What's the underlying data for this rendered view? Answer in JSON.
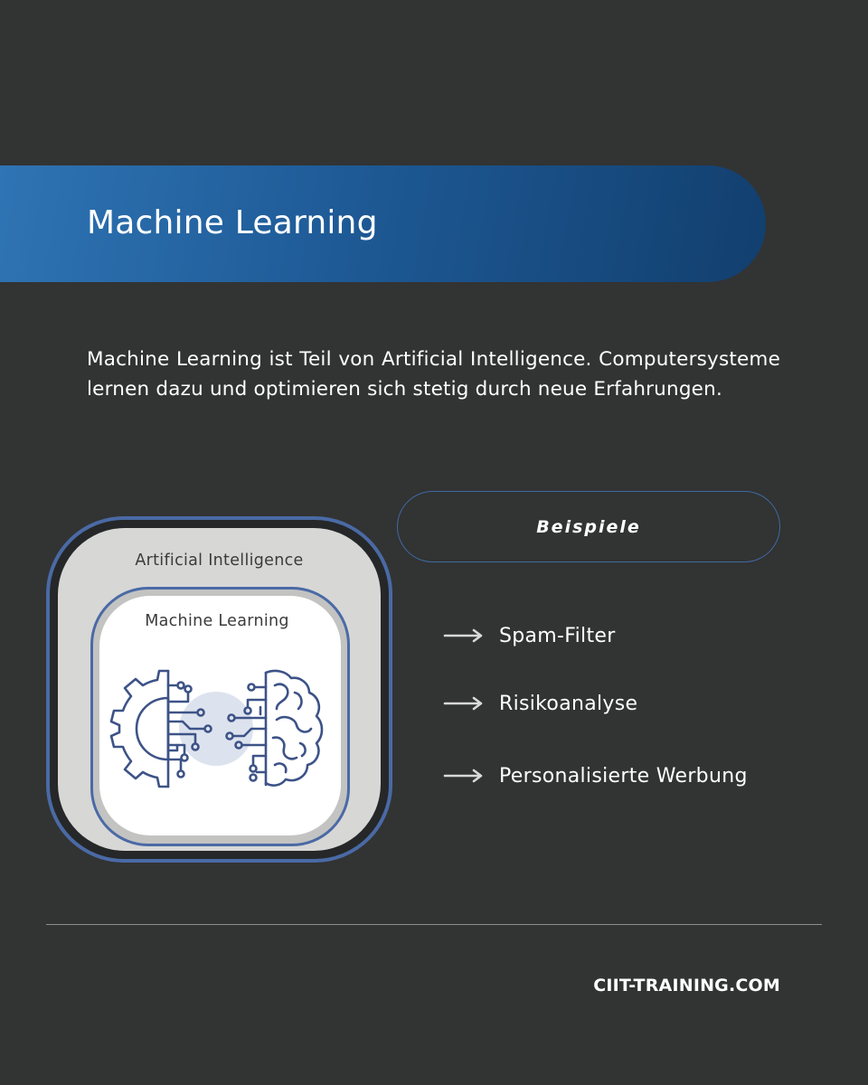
{
  "header": {
    "title": "Machine Learning"
  },
  "intro": {
    "text": "Machine Learning ist Teil von Artificial Intelligence. Computersysteme lernen dazu und optimieren sich stetig durch neue Erfahrungen."
  },
  "diagram": {
    "outer_label": "Artificial Intelligence",
    "inner_label": "Machine Learning",
    "illustration_icon": "gear-circuit-brain-icon",
    "colors": {
      "ring": "#4a6aa5",
      "outer_fill": "#d7d7d6",
      "inner_fill": "#ffffff",
      "line_art": "#3d5387"
    }
  },
  "examples": {
    "title": "Beispiele",
    "arrow_icon": "arrow-right-icon",
    "items": [
      {
        "label": "Spam-Filter"
      },
      {
        "label": "Risikoanalyse"
      },
      {
        "label": "Personalisierte Werbung"
      }
    ]
  },
  "footer": {
    "site": "CIIT-TRAINING.COM"
  },
  "colors": {
    "background": "#323333",
    "banner_start": "#2f74b4",
    "banner_end": "#123f6e",
    "text": "#ffffff"
  }
}
